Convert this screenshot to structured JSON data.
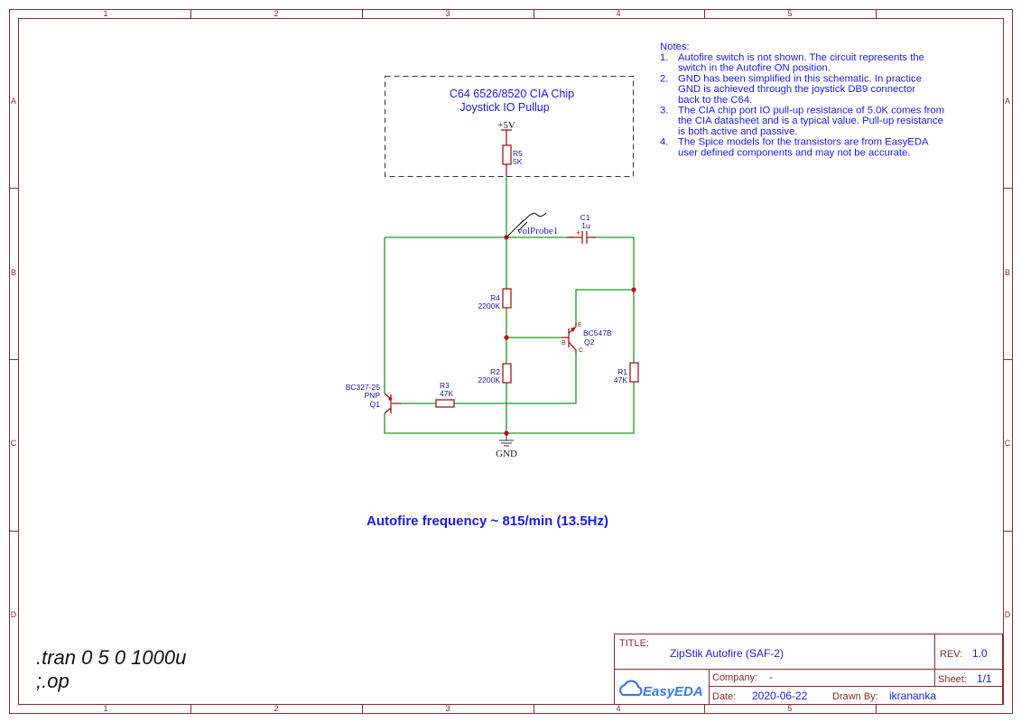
{
  "frame": {
    "columns": [
      "1",
      "2",
      "3",
      "4",
      "5"
    ],
    "rows": [
      "A",
      "B",
      "C",
      "D"
    ]
  },
  "pullup_box": {
    "title_line1": "C64 6526/8520 CIA Chip",
    "title_line2": "Joystick IO Pullup",
    "supply": "+5V",
    "r5": {
      "ref": "R5",
      "value": "5K"
    }
  },
  "components": {
    "c1": {
      "ref": "C1",
      "value": "1u",
      "polarity": "+"
    },
    "probe": "volProbe1",
    "r4": {
      "ref": "R4",
      "value": "2200K"
    },
    "r2": {
      "ref": "R2",
      "value": "2200K"
    },
    "r1": {
      "ref": "R1",
      "value": "47K"
    },
    "r3": {
      "ref": "R3",
      "value": "47K"
    },
    "q2": {
      "ref": "Q2",
      "part": "BC547B",
      "pins": {
        "b": "B",
        "c": "C",
        "e": "E"
      }
    },
    "q1": {
      "ref": "Q1",
      "part": "BC327-25",
      "type": "PNP"
    },
    "gnd": "GND"
  },
  "notes": {
    "heading": "Notes:",
    "items": [
      {
        "num": "1.",
        "lines": [
          "Autofire switch is not shown.  The circuit represents the",
          "switch in the Autofire ON position."
        ]
      },
      {
        "num": "2.",
        "lines": [
          "GND has been simplified in this schematic.  In practice",
          "GND is achieved through the joystick DB9 connector",
          "back to the C64."
        ]
      },
      {
        "num": "3.",
        "lines": [
          "The CIA chip port IO pull-up resistance of 5.0K comes from",
          "the CIA datasheet and is a typical value.  Pull-up resistance",
          "is both active and passive."
        ]
      },
      {
        "num": "4.",
        "lines": [
          "The Spice models for the transistors are from EasyEDA",
          "user defined components and may not be accurate."
        ]
      }
    ]
  },
  "annotation": "Autofire frequency ~  815/min (13.5Hz)",
  "spice": {
    "line1": ".tran 0 5 0 1000u",
    "line2": ";.op"
  },
  "title_block": {
    "title_label": "TITLE:",
    "title": "ZipStik Autofire (SAF-2)",
    "rev_label": "REV:",
    "rev": "1.0",
    "company_label": "Company:",
    "company": "-",
    "sheet_label": "Sheet:",
    "sheet": "1/1",
    "date_label": "Date:",
    "date": "2020-06-22",
    "drawn_label": "Drawn By:",
    "drawn_by": "ikrananka",
    "logo": "EasyEDA"
  },
  "colors": {
    "wire": "#1a9c1a",
    "component": "#a01818",
    "text": "#1a1aee",
    "frame": "#8b2a2a"
  }
}
